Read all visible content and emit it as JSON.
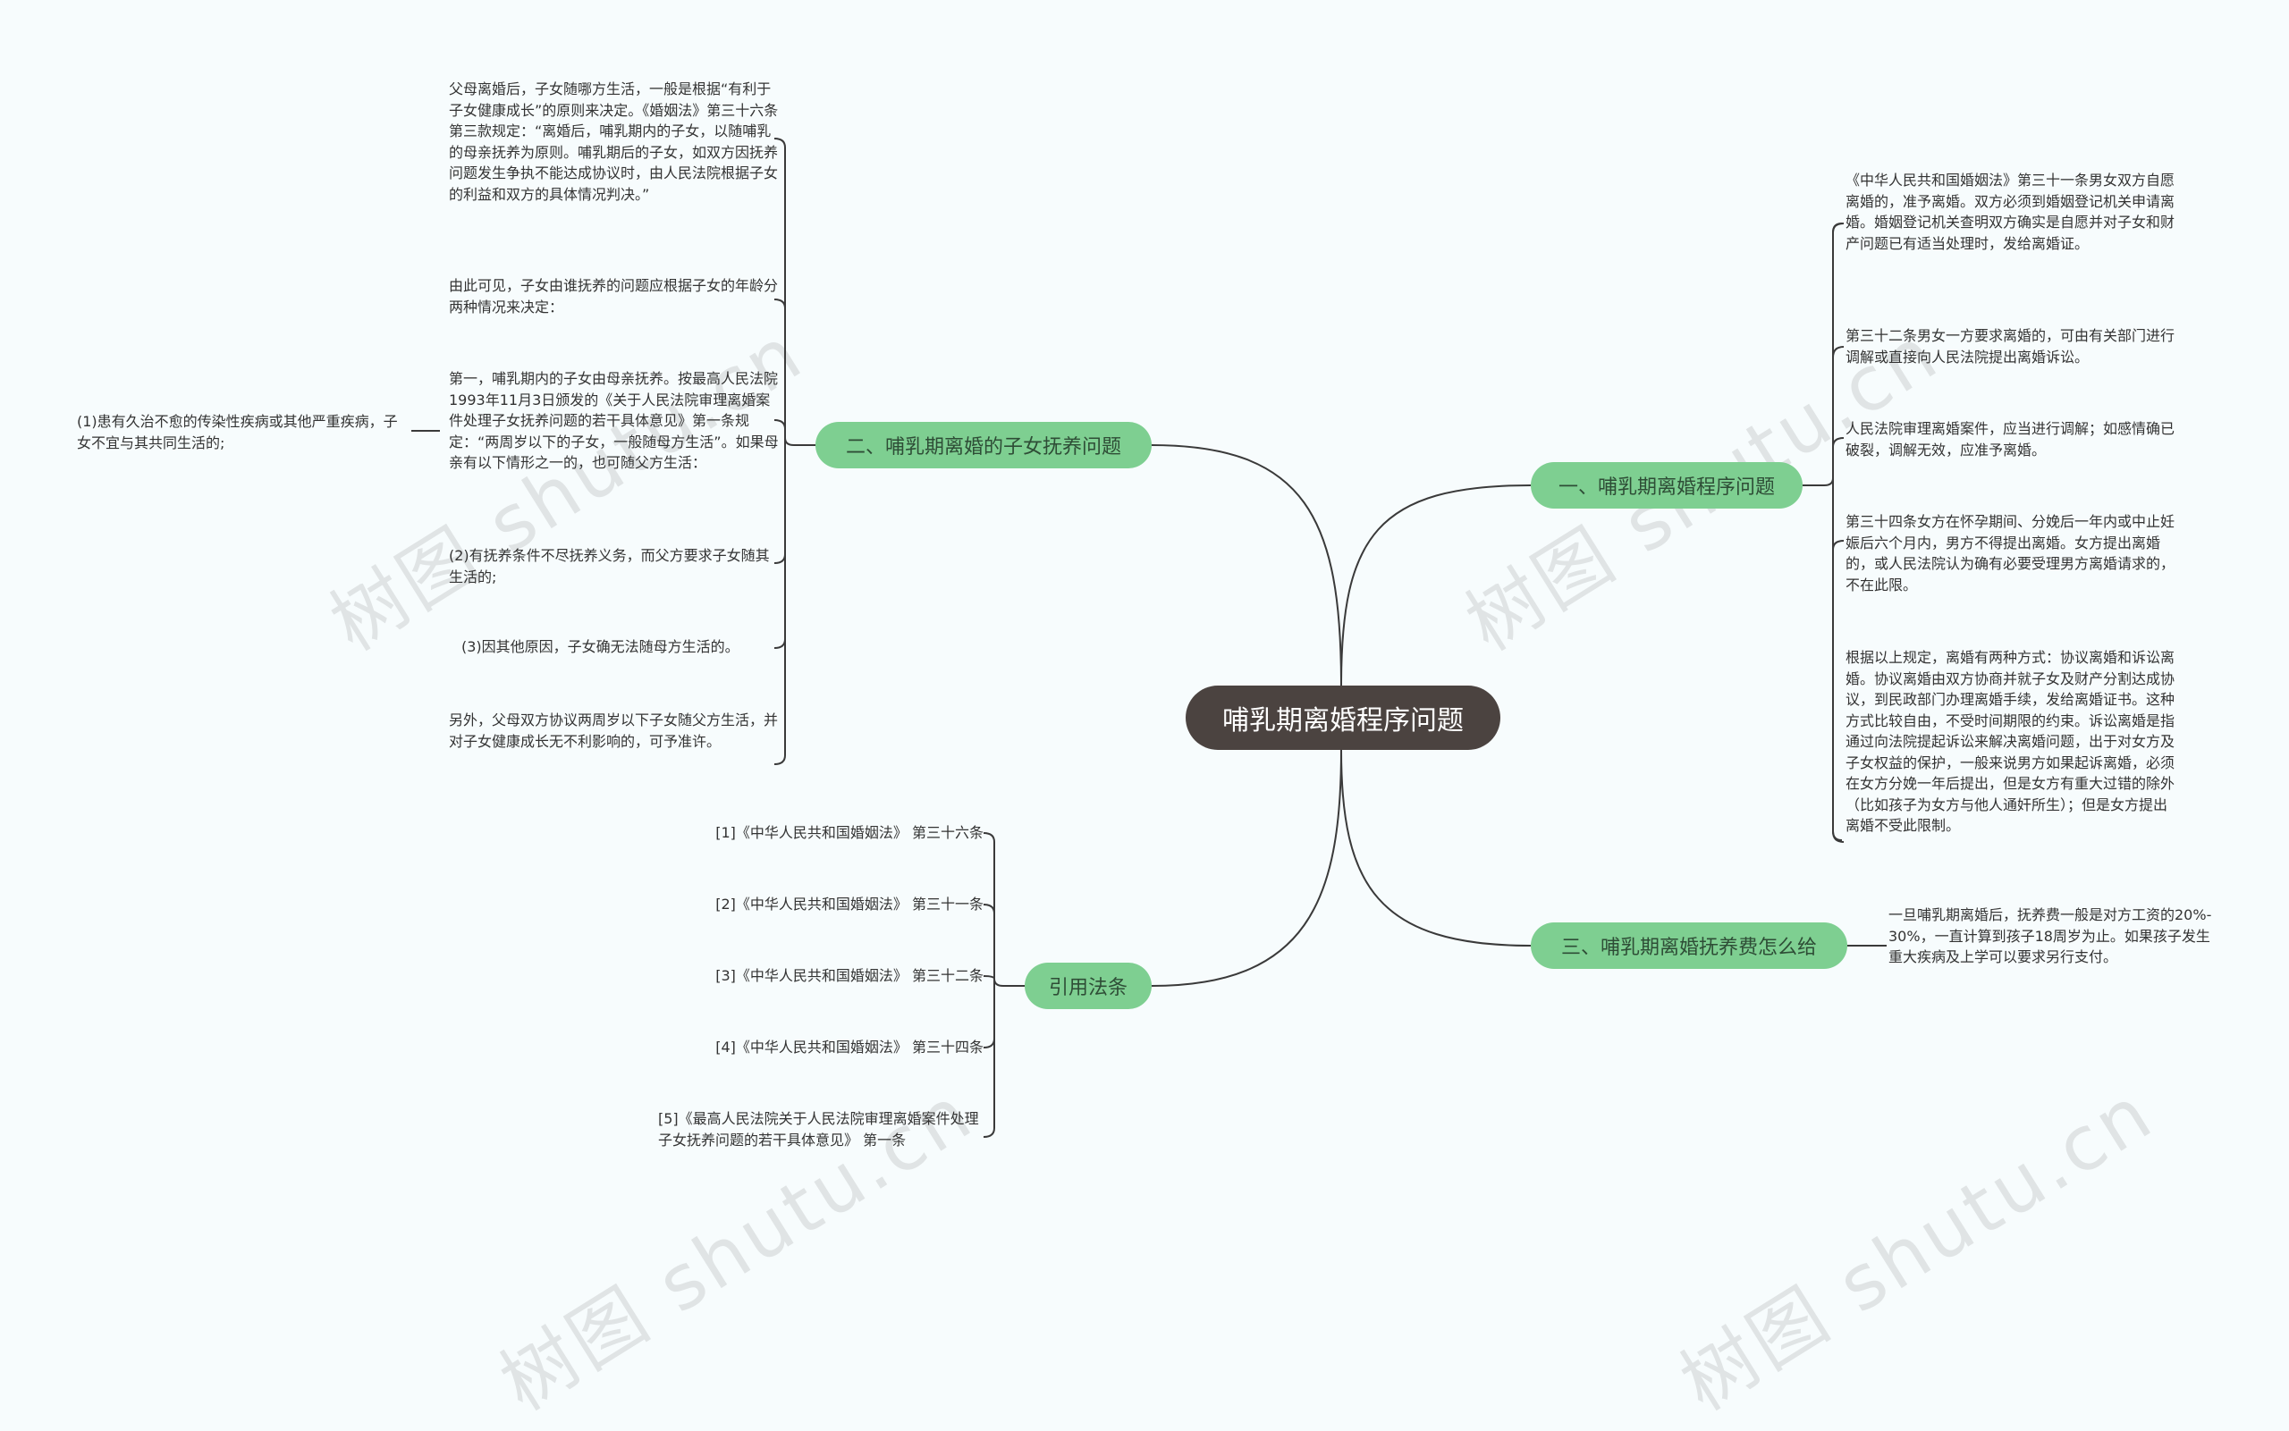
{
  "watermark": "树图 shutu.cn",
  "root": {
    "label": "哺乳期离婚程序问题"
  },
  "branches": {
    "b1": {
      "label": "一、哺乳期离婚程序问题",
      "leaves": [
        "《中华人民共和国婚姻法》第三十一条男女双方自愿离婚的，准予离婚。双方必须到婚姻登记机关申请离婚。婚姻登记机关查明双方确实是自愿并对子女和财产问题已有适当处理时，发给离婚证。",
        "第三十二条男女一方要求离婚的，可由有关部门进行调解或直接向人民法院提出离婚诉讼。",
        "人民法院审理离婚案件，应当进行调解；如感情确已破裂，调解无效，应准予离婚。",
        "第三十四条女方在怀孕期间、分娩后一年内或中止妊娠后六个月内，男方不得提出离婚。女方提出离婚的，或人民法院认为确有必要受理男方离婚请求的，不在此限。",
        "根据以上规定，离婚有两种方式：协议离婚和诉讼离婚。协议离婚由双方协商并就子女及财产分割达成协议，到民政部门办理离婚手续，发给离婚证书。这种方式比较自由，不受时间期限的约束。诉讼离婚是指通过向法院提起诉讼来解决离婚问题，出于对女方及子女权益的保护，一般来说男方如果起诉离婚，必须在女方分娩一年后提出，但是女方有重大过错的除外（比如孩子为女方与他人通奸所生）；但是女方提出离婚不受此限制。"
      ]
    },
    "b2": {
      "label": "二、哺乳期离婚的子女抚养问题",
      "leaves": [
        "父母离婚后，子女随哪方生活，一般是根据“有利于子女健康成长”的原则来决定。《婚姻法》第三十六条第三款规定：“离婚后，哺乳期内的子女，以随哺乳的母亲抚养为原则。哺乳期后的子女，如双方因抚养问题发生争执不能达成协议时，由人民法院根据子女的利益和双方的具体情况判决。”",
        "由此可见，子女由谁抚养的问题应根据子女的年龄分两种情况来决定：",
        "第一，哺乳期内的子女由母亲抚养。按最高人民法院1993年11月3日颁发的《关于人民法院审理离婚案件处理子女抚养问题的若干具体意见》第一条规定：“两周岁以下的子女，一般随母方生活”。如果母亲有以下情形之一的，也可随父方生活：",
        "(2)有抚养条件不尽抚养义务，而父方要求子女随其生活的;",
        "(3)因其他原因，子女确无法随母方生活的。",
        "另外，父母双方协议两周岁以下子女随父方生活，并对子女健康成长无不利影响的，可予准许。"
      ],
      "sub_leaf": "(1)患有久治不愈的传染性疾病或其他严重疾病，子女不宜与其共同生活的;"
    },
    "b3": {
      "label": "三、哺乳期离婚抚养费怎么给",
      "leaves": [
        "一旦哺乳期离婚后，抚养费一般是对方工资的20%-30%，一直计算到孩子18周岁为止。如果孩子发生重大疾病及上学可以要求另行支付。"
      ]
    },
    "b4": {
      "label": "引用法条",
      "leaves": [
        "[1]《中华人民共和国婚姻法》 第三十六条",
        "[2]《中华人民共和国婚姻法》 第三十一条",
        "[3]《中华人民共和国婚姻法》 第三十二条",
        "[4]《中华人民共和国婚姻法》 第三十四条",
        "[5]《最高人民法院关于人民法院审理离婚案件处理子女抚养问题的若干具体意见》 第一条"
      ]
    }
  },
  "colors": {
    "root_bg": "#4b4340",
    "branch_bg": "#7ecf91",
    "line": "#3a3a3a",
    "background": "#f7fcfd"
  }
}
